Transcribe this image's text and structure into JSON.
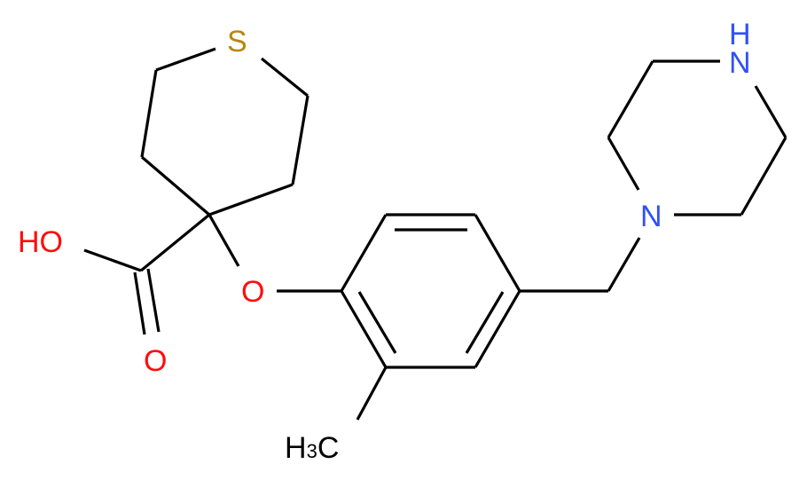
{
  "molecule": {
    "description": "4-[2-methyl-4-(piperazin-1-ylmethyl)phenoxy]thiane-4-carboxylic acid",
    "colors": {
      "bond": "#000000",
      "sulfur": "#B8860B",
      "oxygen": "#FF0D0D",
      "nitrogen": "#3050F8",
      "carbon_label": "#000000"
    },
    "atom_labels": {
      "sulfur": "S",
      "hydroxyl": "HO",
      "carbonyl_oxygen": "O",
      "ether_oxygen": "O",
      "piperazine_nh_h": "H",
      "piperazine_nh_n": "N",
      "piperazine_n": "N",
      "methyl_h": "H",
      "methyl_sub": "3",
      "methyl_c": "C"
    }
  }
}
